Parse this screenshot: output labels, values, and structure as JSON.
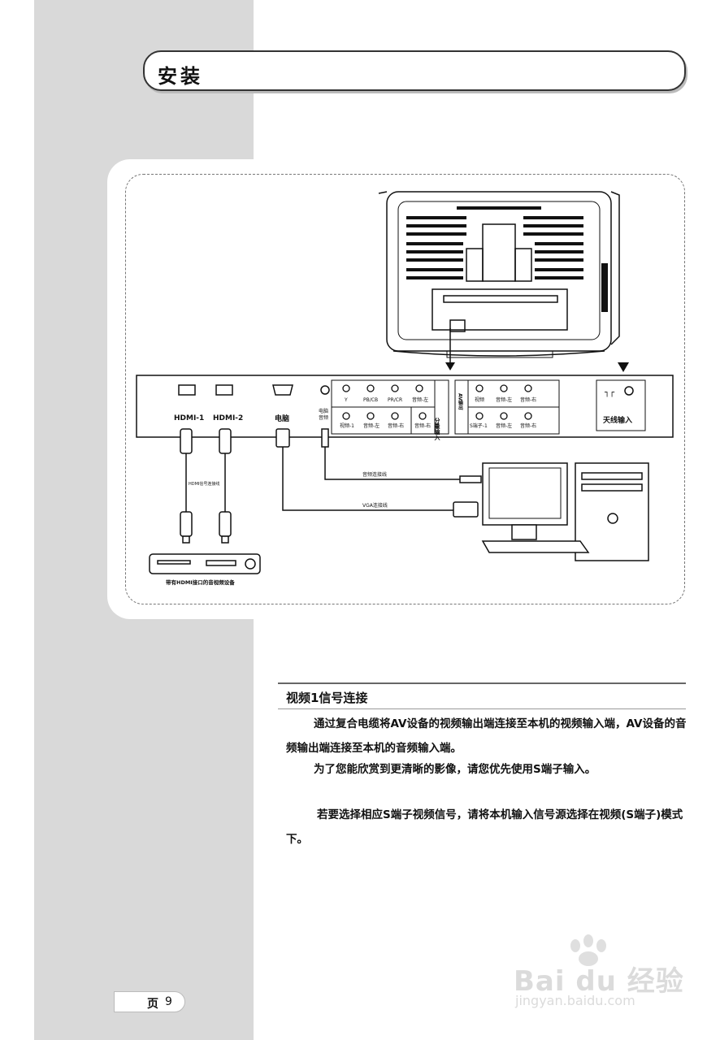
{
  "header": {
    "title": "安装"
  },
  "diagram": {
    "hdmi1_label": "HDMI-1",
    "hdmi2_label": "HDMI-2",
    "pc_label": "电脑",
    "audio_in_label_line1": "电脑",
    "audio_in_label_line2": "音频",
    "component_y": "Y",
    "component_pb": "PB/CB",
    "component_pr": "PR/CR",
    "component_audio_l": "音频-左",
    "component_audio_r": "音频-右",
    "component_group_label": "分量输入",
    "video1": "视频-1",
    "video1_audio_l": "音频-左",
    "video1_audio_r": "音频-右",
    "av_out_label": "AV输出",
    "av_out_video": "视频",
    "av_out_audio_l": "音频-左",
    "av_out_audio_r": "音频-右",
    "s_video": "S端子-1",
    "s_audio_l": "音频-左",
    "s_audio_r": "音频-右",
    "antenna_label": "天线输入",
    "hdmi_cable_label": "HDMI信号连接线",
    "audio_cable_label": "音频连接线",
    "vga_cable_label": "VGA连接线",
    "dvd_label": "带有HDMI接口的音视频设备"
  },
  "section": {
    "heading": "视频1信号连接",
    "para1": "通过复合电缆将AV设备的视频输出端连接至本机的视频输入端，AV设备的音频输出端连接至本机的音频输入端。",
    "para2": "为了您能欣赏到更清晰的影像，请您优先使用S端子输入。",
    "para3": "若要选择相应S端子视频信号，请将本机输入信号源选择在视频(S端子)模式下。"
  },
  "footer": {
    "page_label": "页",
    "page_number": "9"
  },
  "watermark": {
    "brand": "Bai du 经验",
    "url": "jingyan.baidu.com"
  }
}
